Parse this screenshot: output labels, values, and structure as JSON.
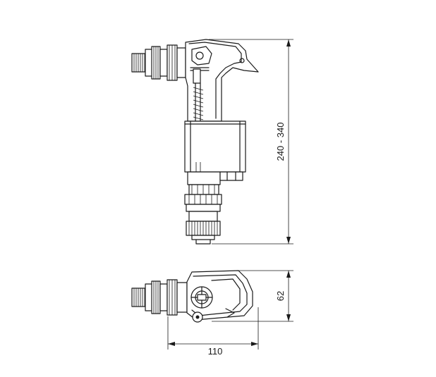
{
  "dimensions": {
    "height_range": "240 - 340",
    "depth": "62",
    "width": "110"
  }
}
